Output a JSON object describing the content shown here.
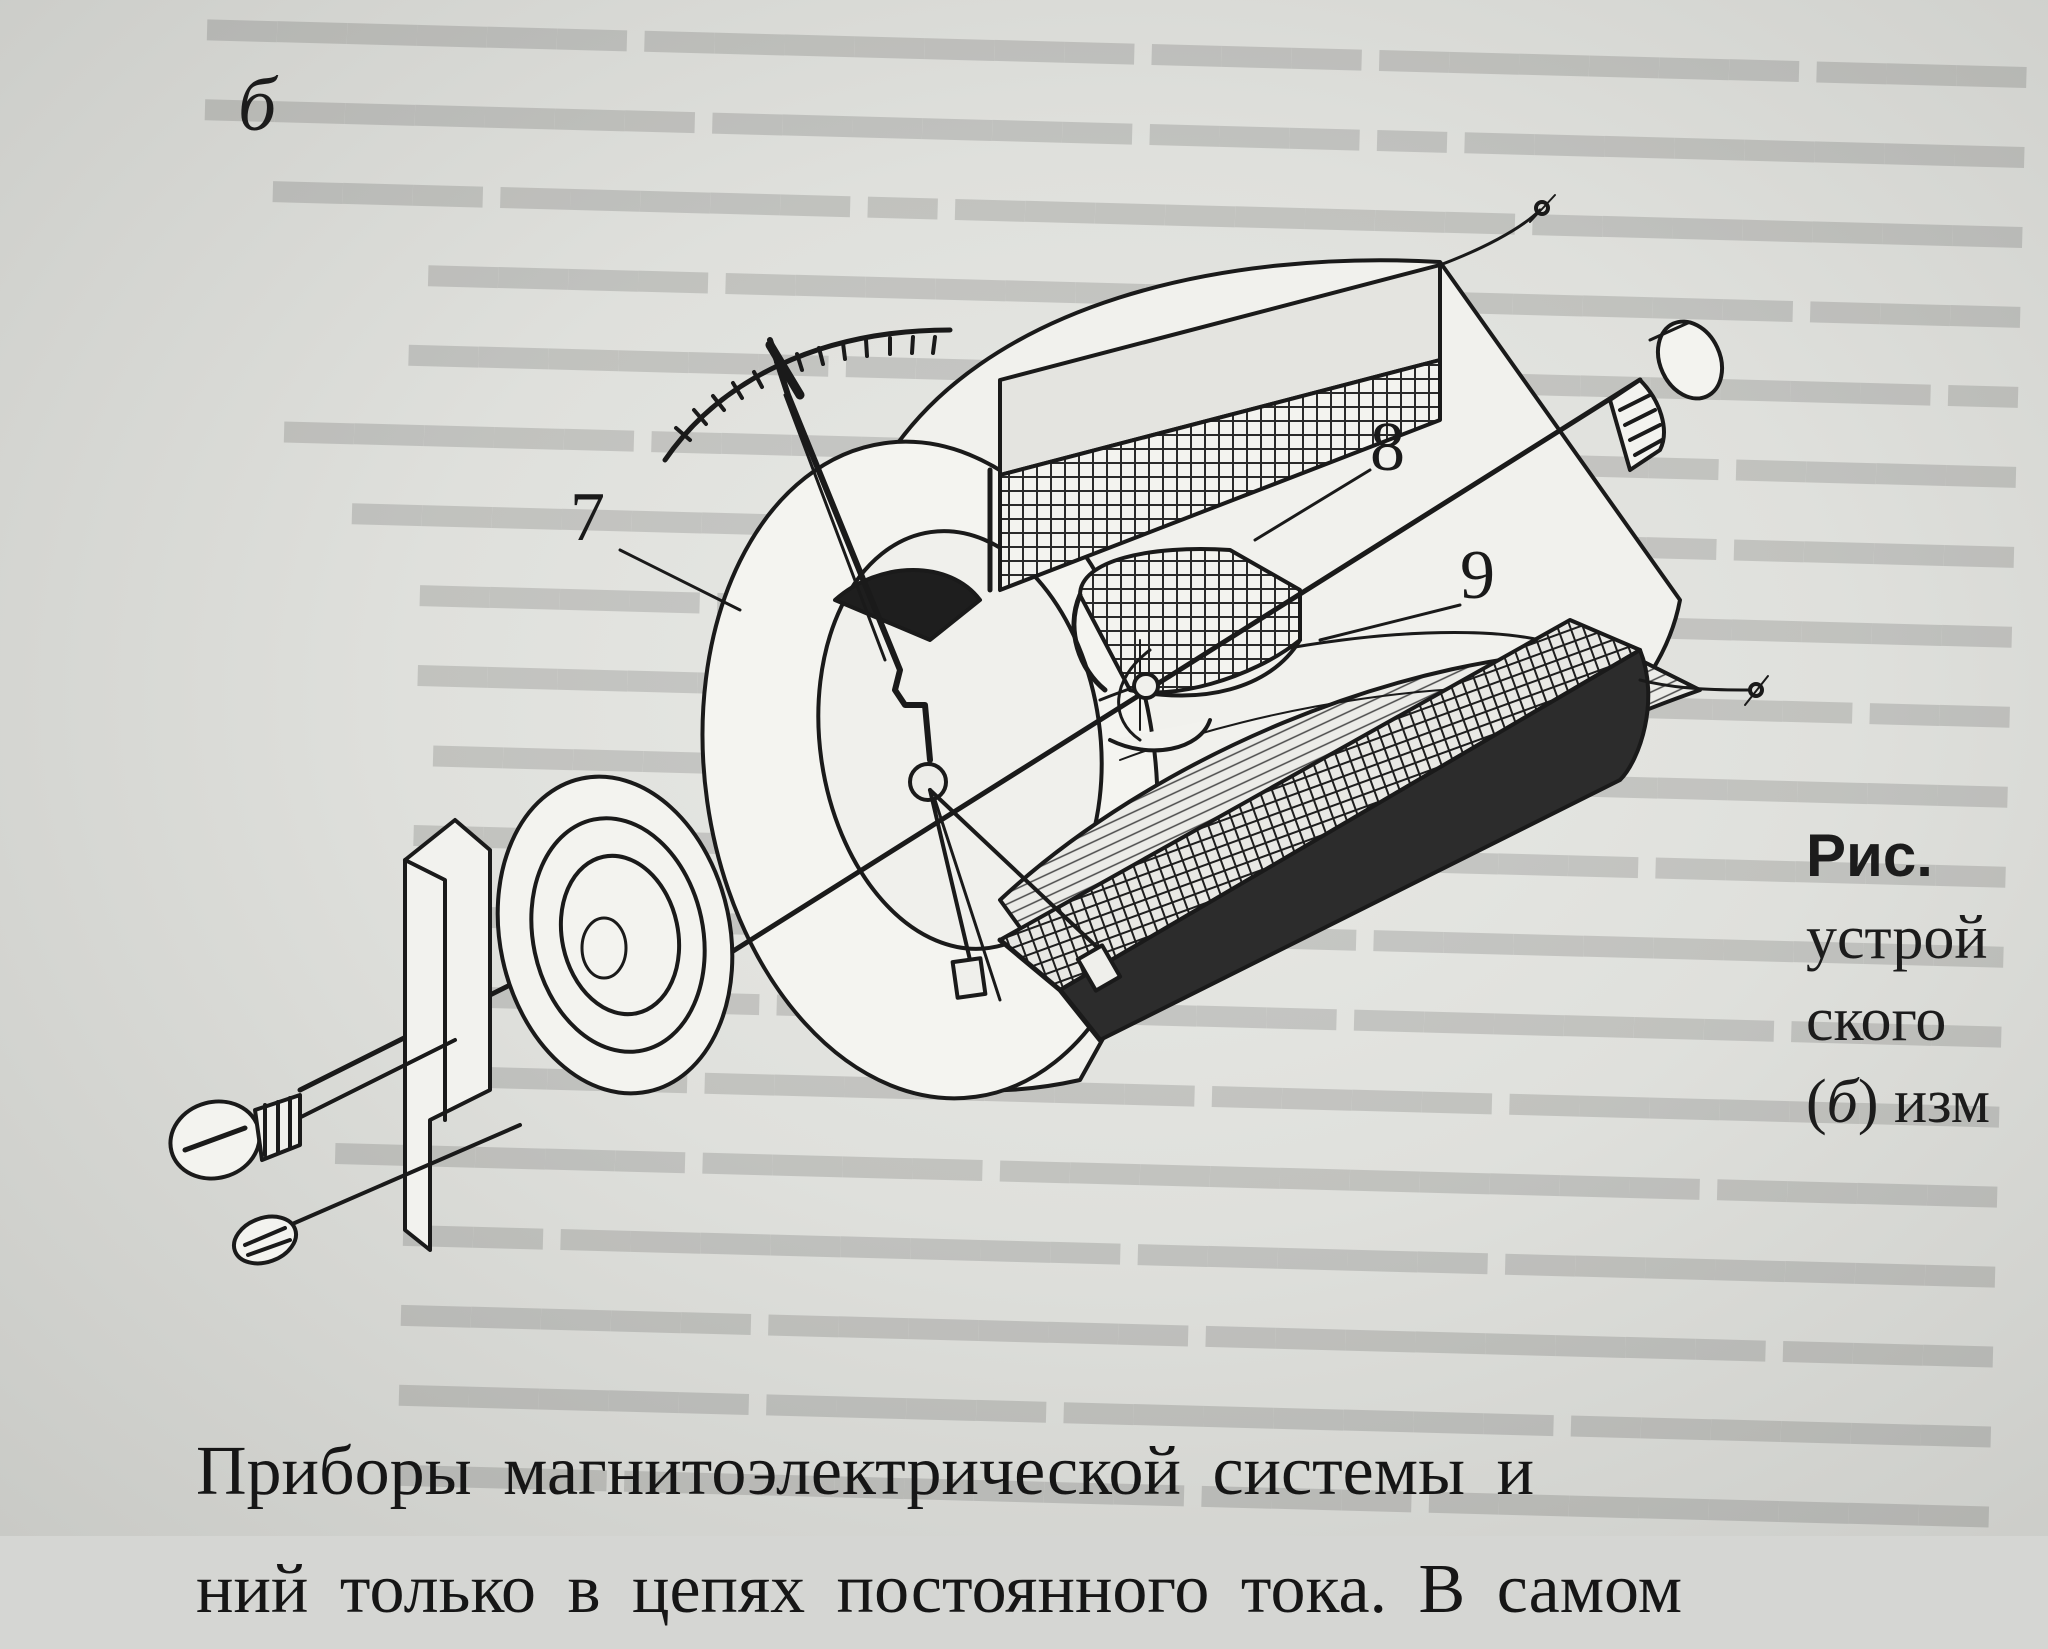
{
  "figure": {
    "panel_label": "б",
    "callouts": {
      "seven": "7",
      "eight": "8",
      "nine": "9"
    }
  },
  "caption": {
    "title": "Рис.",
    "line1": "устрой",
    "line2": "ского",
    "line3_italic": "б",
    "line3_rest": "изм"
  },
  "body": {
    "line1": "Приборы магнитоэлектрической системы и",
    "line2": "ний только в цепях постоянного тока. В самом"
  }
}
